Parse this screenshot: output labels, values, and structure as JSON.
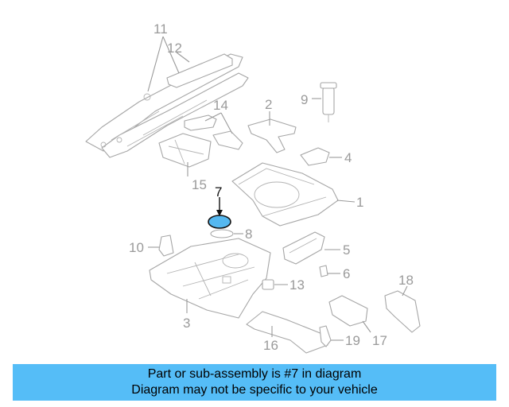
{
  "diagram": {
    "callouts": [
      {
        "id": "1",
        "label": "1"
      },
      {
        "id": "2",
        "label": "2"
      },
      {
        "id": "3",
        "label": "3"
      },
      {
        "id": "4",
        "label": "4"
      },
      {
        "id": "5",
        "label": "5"
      },
      {
        "id": "6",
        "label": "6"
      },
      {
        "id": "7",
        "label": "7"
      },
      {
        "id": "8",
        "label": "8"
      },
      {
        "id": "9",
        "label": "9"
      },
      {
        "id": "10",
        "label": "10"
      },
      {
        "id": "11",
        "label": "11"
      },
      {
        "id": "12",
        "label": "12"
      },
      {
        "id": "13",
        "label": "13"
      },
      {
        "id": "14",
        "label": "14"
      },
      {
        "id": "15",
        "label": "15"
      },
      {
        "id": "16",
        "label": "16"
      },
      {
        "id": "17",
        "label": "17"
      },
      {
        "id": "18",
        "label": "18"
      },
      {
        "id": "19",
        "label": "19"
      }
    ],
    "highlighted_part": "7",
    "highlight_color": "#55b8f0"
  },
  "banner": {
    "line1": "Part or sub-assembly is #7 in diagram",
    "line2": "Diagram may not be specific to your vehicle",
    "background": "#55bdf7"
  }
}
